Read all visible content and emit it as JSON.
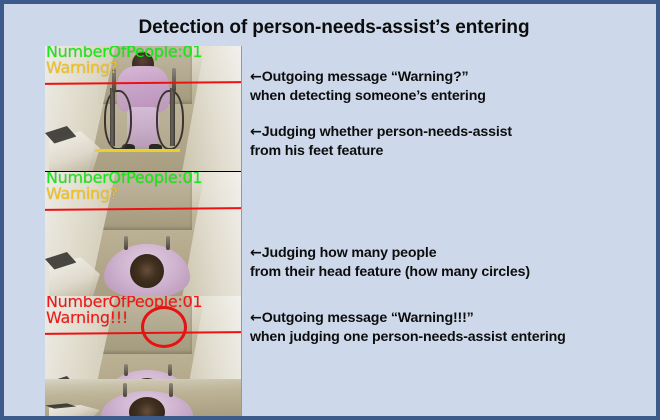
{
  "slide": {
    "title": "Detection of person-needs-assist’s entering",
    "border_color": "#3c5a8a",
    "background_color": "#cdd9ea"
  },
  "filmstrip": {
    "name": "surveillance-video-frames",
    "frames": [
      {
        "id": "frame-1",
        "view": "front-entrance",
        "osd_state": "green",
        "count_text": "NumberOfPeople:01",
        "warning_text": "Warning?",
        "count_color": "#17e817",
        "warning_color": "#f0c023",
        "trip_line_color": "#ee1111",
        "markers": [
          "feet-line-yellow"
        ]
      },
      {
        "id": "frame-2",
        "view": "empty-corridor",
        "osd_state": "green",
        "count_text": "NumberOfPeople:01",
        "warning_text": "Warning?",
        "count_color": "#17e817",
        "warning_color": "#f0c023",
        "trip_line_color": "#ee1111",
        "markers": []
      },
      {
        "id": "frame-3",
        "view": "overhead-person",
        "osd_state": "red",
        "count_text": "NumberOfPeople:01",
        "warning_text": "Warning!!!",
        "count_color": "#f41515",
        "warning_color": "#f41515",
        "trip_line_color": "#ee1111",
        "markers": [
          "head-circle-red"
        ]
      },
      {
        "id": "frame-4",
        "view": "overhead-person-partial",
        "osd_state": "none",
        "count_text": "",
        "warning_text": "",
        "markers": []
      }
    ]
  },
  "annotations": [
    {
      "id": "annotation-outgoing-warning-question",
      "arrow": "←",
      "line1": "Outgoing message “Warning?”",
      "line2": "when detecting someone’s entering"
    },
    {
      "id": "annotation-judging-person-needs-assist",
      "arrow": "←",
      "line1": "Judging whether person-needs-assist",
      "line2": "from his feet feature"
    },
    {
      "id": "annotation-judging-how-many-people",
      "arrow": "←",
      "line1": "Judging how many people",
      "line2": "from their head feature (how many circles)"
    },
    {
      "id": "annotation-outgoing-warning-exclaim",
      "arrow": "←",
      "line1": "Outgoing message “Warning!!!”",
      "line2": "when judging one person-needs-assist entering"
    }
  ]
}
